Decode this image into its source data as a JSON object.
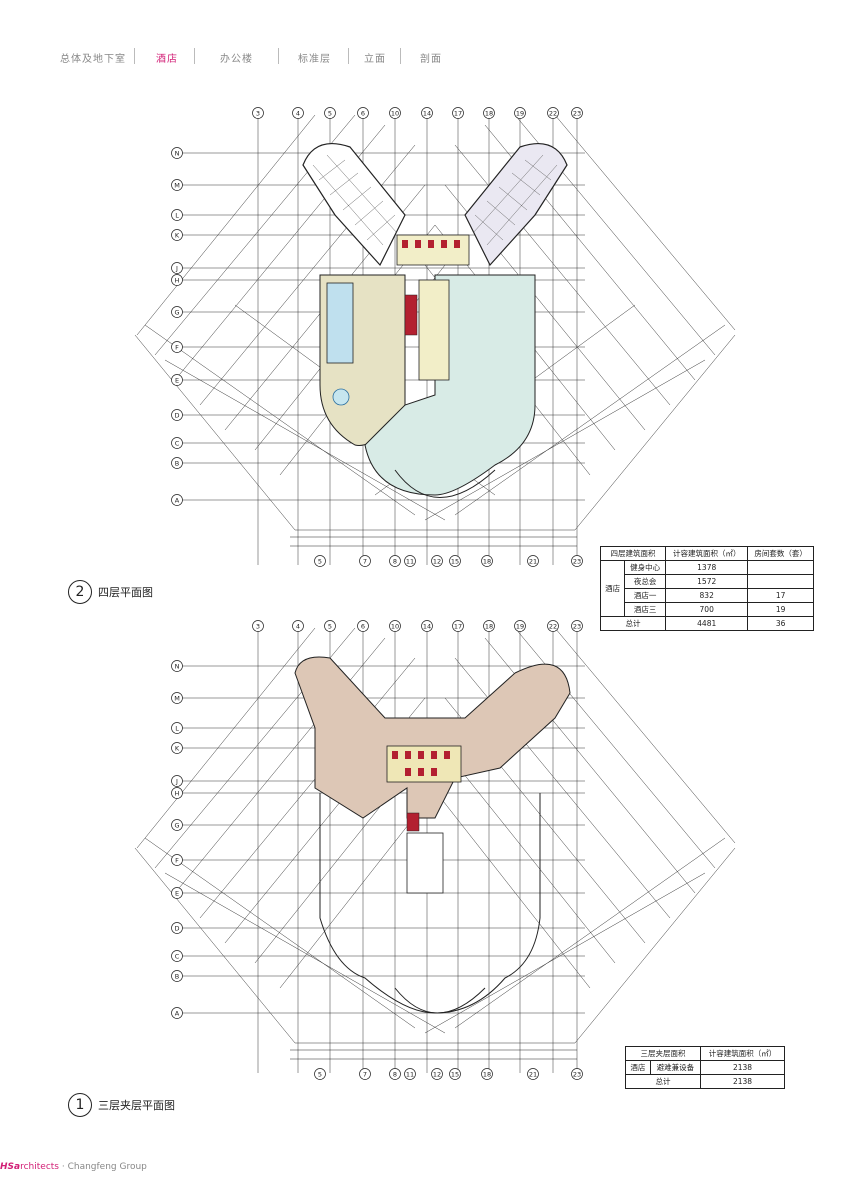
{
  "nav": {
    "items": [
      {
        "label": "总体及地下室"
      },
      {
        "label": "酒店"
      },
      {
        "label": "办公楼"
      },
      {
        "label": "标准层"
      },
      {
        "label": "立面"
      },
      {
        "label": "剖面"
      }
    ],
    "active_color": "#d21f76"
  },
  "plan_top": {
    "caption_num": "2",
    "caption_text": "四层平面图",
    "column_labels": [
      "3",
      "4",
      "5",
      "6",
      "10",
      "14",
      "17",
      "18",
      "19",
      "22",
      "23"
    ],
    "bottom_labels": [
      "5",
      "7",
      "8",
      "11",
      "12",
      "15",
      "18",
      "21",
      "23"
    ],
    "row_labels": [
      "N",
      "M",
      "L",
      "K",
      "J",
      "H",
      "G",
      "F",
      "E",
      "D",
      "C",
      "B",
      "A"
    ]
  },
  "plan_bottom": {
    "caption_num": "1",
    "caption_text": "三层夹层平面图",
    "column_labels": [
      "3",
      "4",
      "5",
      "6",
      "10",
      "14",
      "17",
      "18",
      "19",
      "22",
      "23"
    ],
    "bottom_labels": [
      "5",
      "7",
      "8",
      "11",
      "12",
      "15",
      "18",
      "21",
      "23"
    ],
    "row_labels": [
      "N",
      "M",
      "L",
      "K",
      "J",
      "H",
      "G",
      "F",
      "E",
      "D",
      "C",
      "B",
      "A"
    ]
  },
  "table_top": {
    "headers": [
      "四层建筑面积",
      "计容建筑面积（㎡）",
      "房间套数（套）"
    ],
    "group_label": "酒店",
    "rows": [
      {
        "name": "健身中心",
        "area": "1378",
        "rooms": ""
      },
      {
        "name": "夜总会",
        "area": "1572",
        "rooms": ""
      },
      {
        "name": "酒店一",
        "area": "832",
        "rooms": "17"
      },
      {
        "name": "酒店三",
        "area": "700",
        "rooms": "19"
      }
    ],
    "total": {
      "name": "总计",
      "area": "4481",
      "rooms": "36"
    }
  },
  "table_bottom": {
    "headers": [
      "三层夹层面积",
      "计容建筑面积（㎡）"
    ],
    "row": {
      "group": "酒店",
      "name": "避难兼设备",
      "area": "2138"
    },
    "total": {
      "name": "总计",
      "area": "2138"
    }
  },
  "footer": {
    "logo": "HSa",
    "logo_sub": "rchitects",
    "company": "· Changfeng Group"
  }
}
